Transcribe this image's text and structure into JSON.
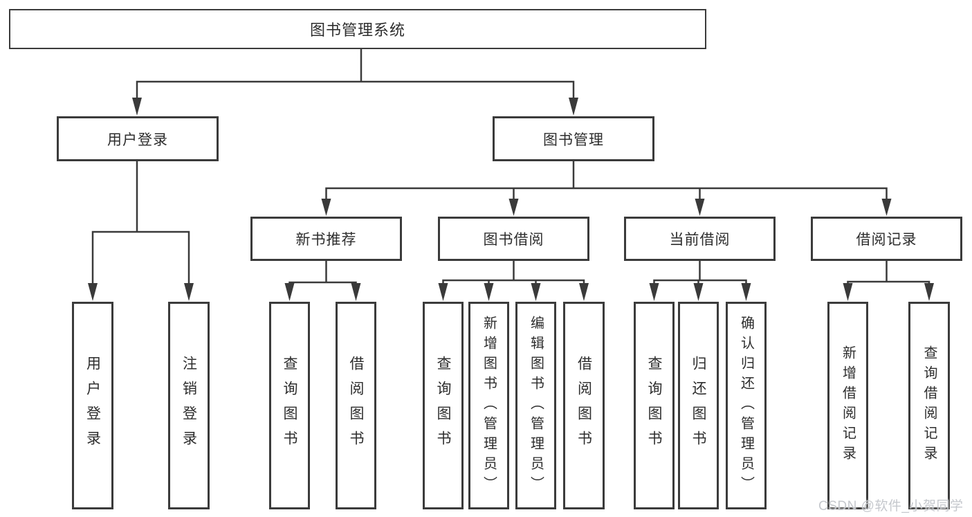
{
  "diagram": {
    "type": "hierarchy-tree",
    "nodes": {
      "root": {
        "label": "图书管理系统"
      },
      "user_login": {
        "label": "用户登录"
      },
      "book_mgmt": {
        "label": "图书管理"
      },
      "new_book_rec": {
        "label": "新书推荐"
      },
      "book_borrow": {
        "label": "图书借阅"
      },
      "current_borrow": {
        "label": "当前借阅"
      },
      "borrow_records": {
        "label": "借阅记录"
      },
      "user_login_leaf": {
        "label": "用户登录"
      },
      "logout_leaf": {
        "label": "注销登录"
      },
      "rec_query_book": {
        "label": "查询图书"
      },
      "rec_borrow_book": {
        "label": "借阅图书"
      },
      "bb_query_book": {
        "label": "查询图书"
      },
      "bb_add_book": {
        "label": "新增图书（管理员）"
      },
      "bb_edit_book": {
        "label": "编辑图书（管理员）"
      },
      "bb_borrow_book": {
        "label": "借阅图书"
      },
      "cb_query_book": {
        "label": "查询图书"
      },
      "cb_return_book": {
        "label": "归还图书"
      },
      "cb_confirm_return": {
        "label": "确认归还（管理员）"
      },
      "br_add_record": {
        "label": "新增借阅记录"
      },
      "br_query_record": {
        "label": "查询借阅记录"
      }
    },
    "edges": [
      {
        "from": "root",
        "to": "user_login"
      },
      {
        "from": "root",
        "to": "book_mgmt"
      },
      {
        "from": "user_login",
        "to": "user_login_leaf"
      },
      {
        "from": "user_login",
        "to": "logout_leaf"
      },
      {
        "from": "book_mgmt",
        "to": "new_book_rec"
      },
      {
        "from": "book_mgmt",
        "to": "book_borrow"
      },
      {
        "from": "book_mgmt",
        "to": "current_borrow"
      },
      {
        "from": "book_mgmt",
        "to": "borrow_records"
      },
      {
        "from": "new_book_rec",
        "to": "rec_query_book"
      },
      {
        "from": "new_book_rec",
        "to": "rec_borrow_book"
      },
      {
        "from": "book_borrow",
        "to": "bb_query_book"
      },
      {
        "from": "book_borrow",
        "to": "bb_add_book"
      },
      {
        "from": "book_borrow",
        "to": "bb_edit_book"
      },
      {
        "from": "book_borrow",
        "to": "bb_borrow_book"
      },
      {
        "from": "current_borrow",
        "to": "cb_query_book"
      },
      {
        "from": "current_borrow",
        "to": "cb_return_book"
      },
      {
        "from": "current_borrow",
        "to": "cb_confirm_return"
      },
      {
        "from": "borrow_records",
        "to": "br_add_record"
      },
      {
        "from": "borrow_records",
        "to": "br_query_record"
      }
    ],
    "colors": {
      "line": "#3a3a3a",
      "box_border": "#3b3b3b",
      "text": "#2d2d2d",
      "watermark": "#c5c8cd",
      "background": "#ffffff"
    }
  },
  "watermark": {
    "text": "CSDN @软件_小贺同学"
  }
}
